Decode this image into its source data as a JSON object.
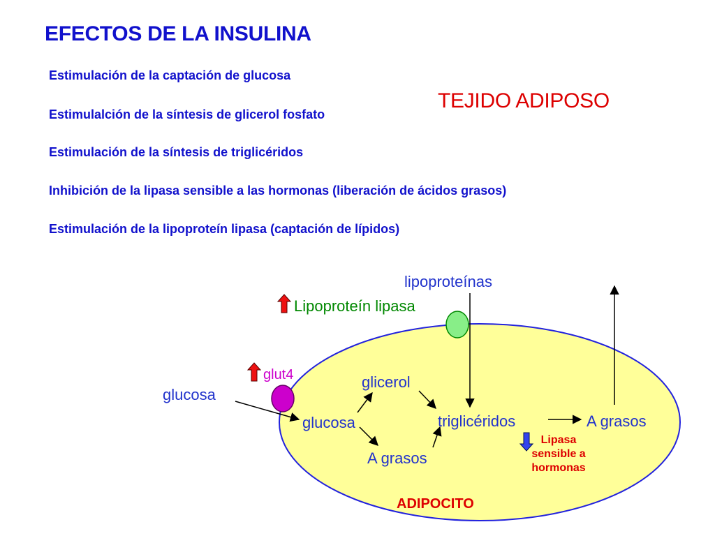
{
  "title": "EFECTOS DE LA INSULINA",
  "effects": [
    "Estimulación de la captación de glucosa",
    "Estimulalción de la síntesis de glicerol fosfato",
    "Estimulación de la síntesis de triglicéridos",
    "Inhibición de la lipasa sensible a las hormonas (liberación de ácidos grasos)",
    "Estimulación de la lipoproteín lipasa (captación de lípidos)"
  ],
  "tissue": "TEJIDO ADIPOSO",
  "diagram": {
    "lipoproteins": "lipoproteínas",
    "lipoprotein_lipase": "Lipoproteín lipasa",
    "glut4": "glut4",
    "glucose_outside": "glucosa",
    "glycerol": "glicerol",
    "glucose_inside": "glucosa",
    "triglycerides": "triglicéridos",
    "fatty_acids_right": "A grasos",
    "fatty_acids_bottom": "A grasos",
    "hsl": "Lipasa sensible a hormonas",
    "hsl_lines": [
      "Lipasa",
      "sensible a",
      "hormonas"
    ],
    "cell": "ADIPOCITO"
  },
  "colors": {
    "blue_text": "#1111cc",
    "red_text": "#dd0000",
    "cell_fill": "#ffff99",
    "cell_border": "#2222dd",
    "lpl_fill": "#88ee88",
    "glut4_fill": "#cc00cc",
    "up_arrow": "#ee1111",
    "down_arrow": "#3344ee"
  }
}
